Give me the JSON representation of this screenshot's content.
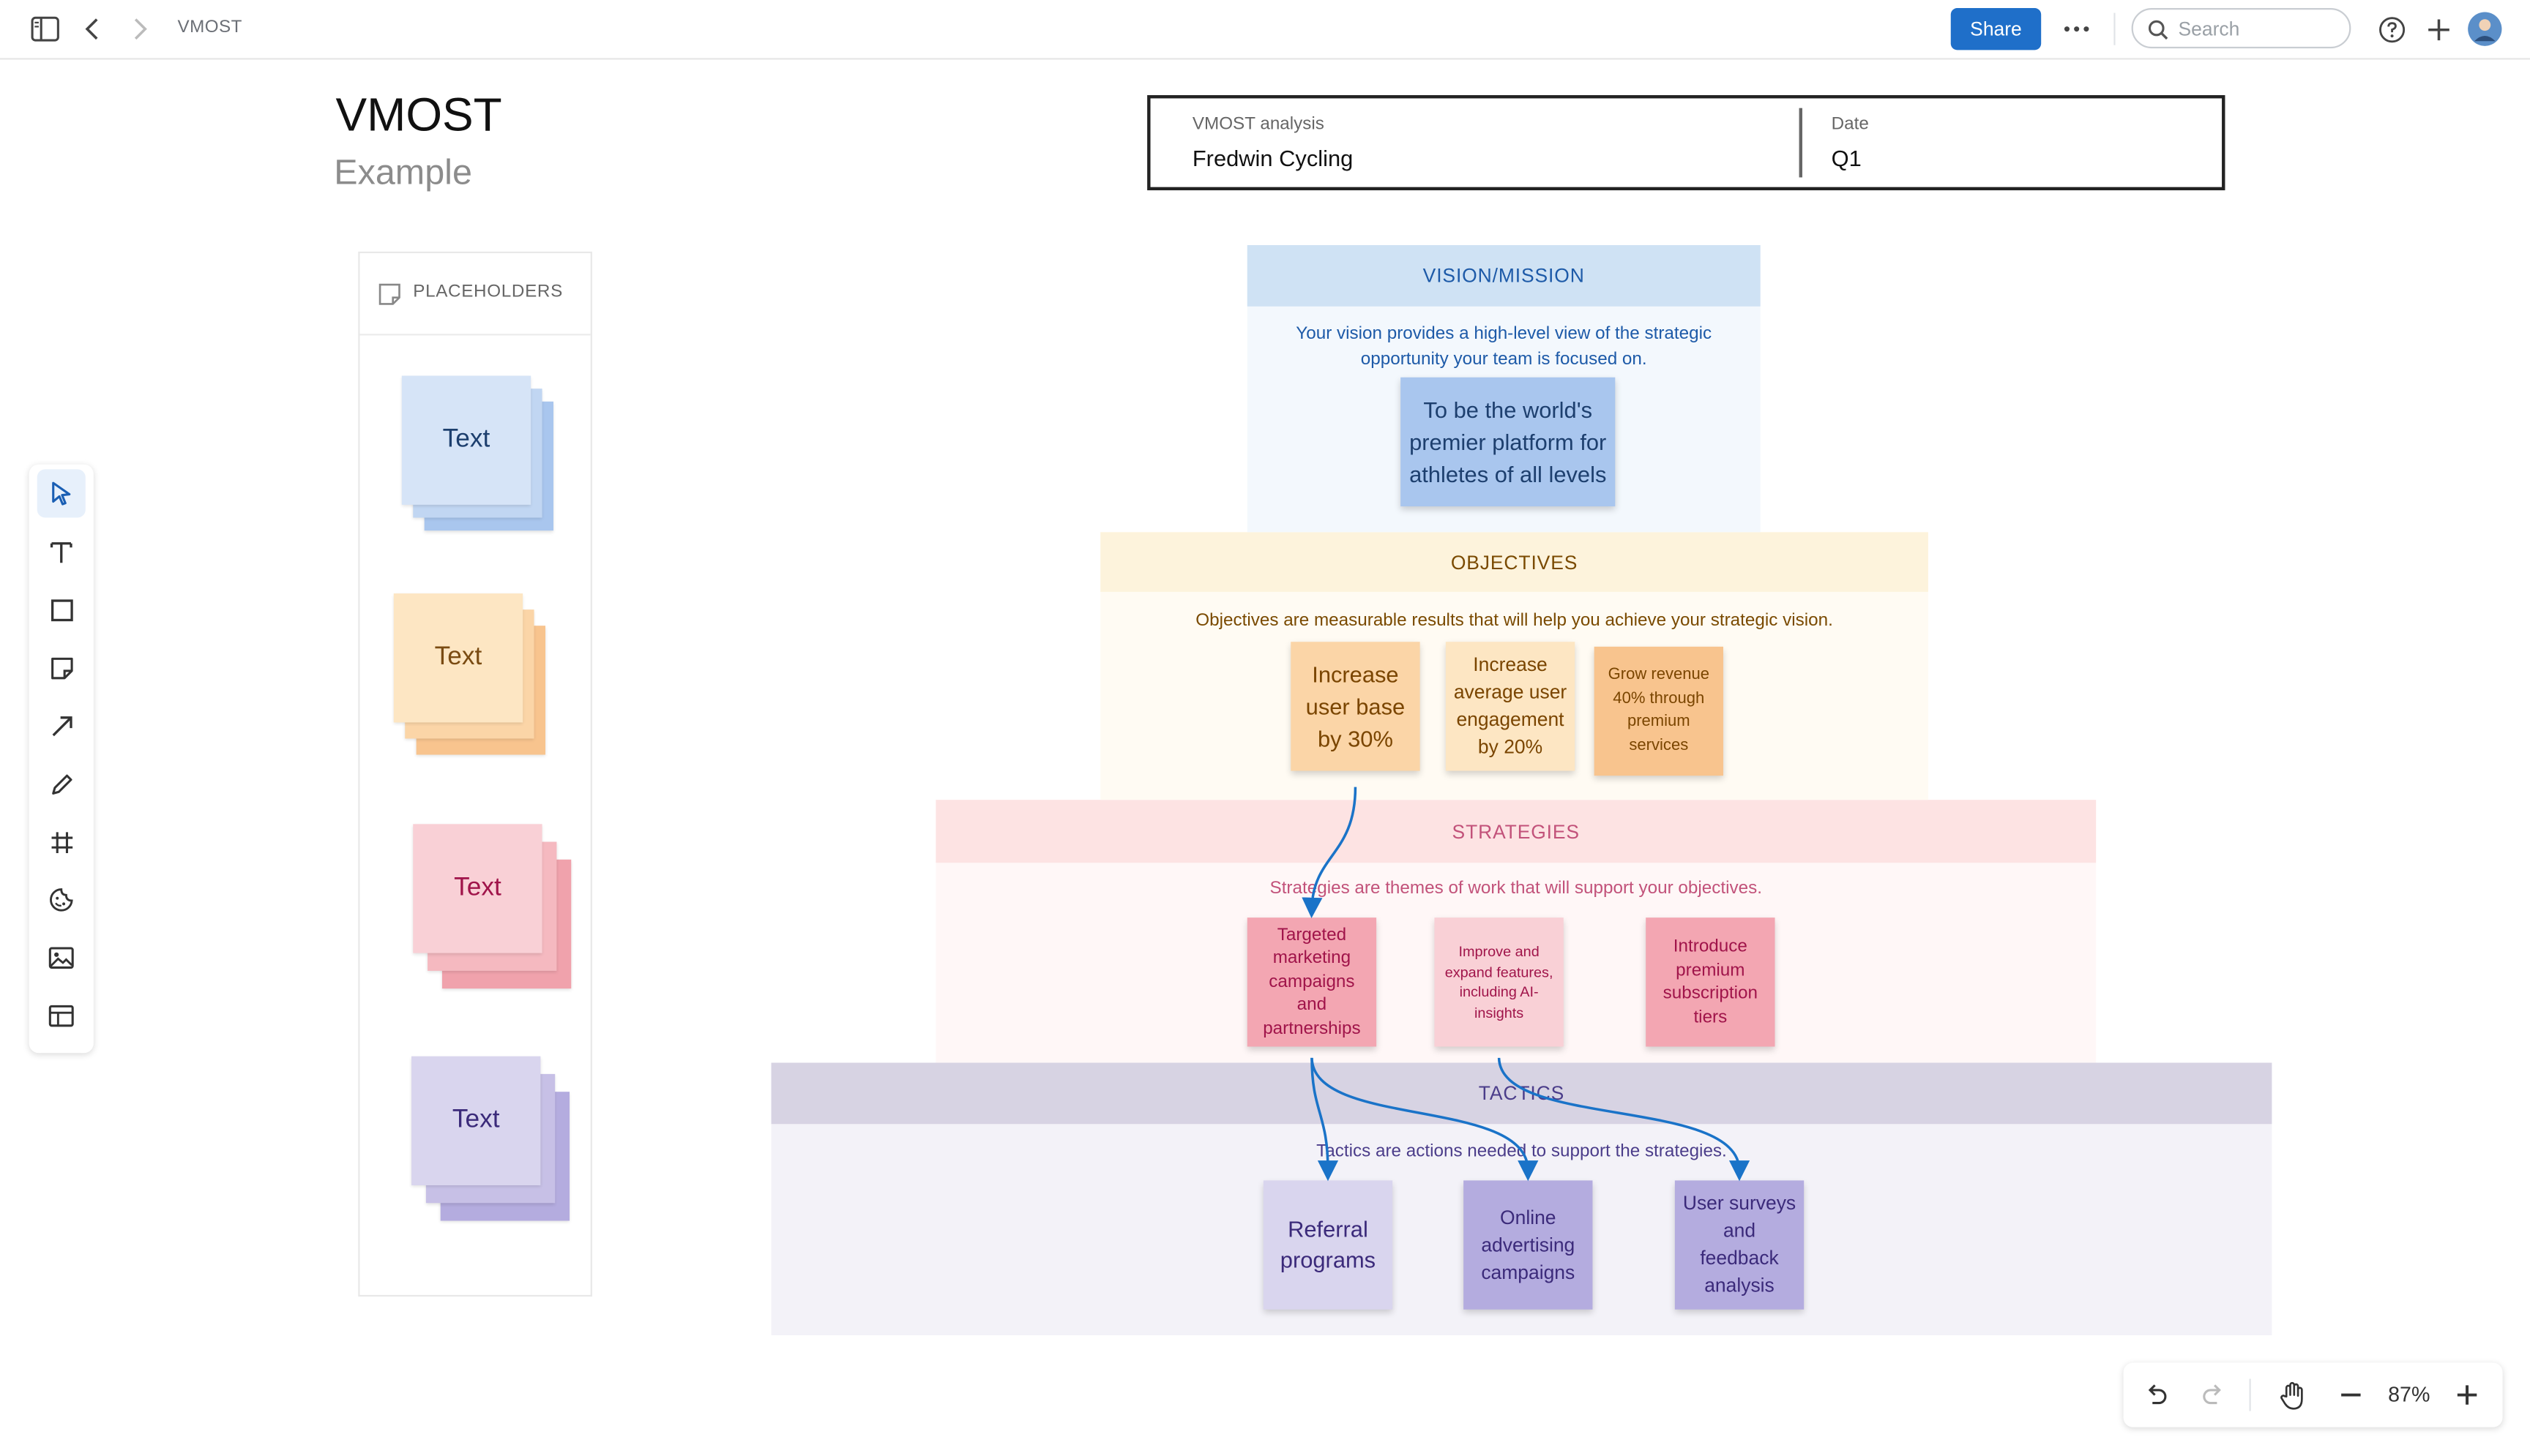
{
  "topbar": {
    "breadcrumb": "VMOST",
    "share_label": "Share",
    "search_placeholder": "Search"
  },
  "canvas": {
    "title": "VMOST",
    "subtitle": "Example",
    "header": {
      "analysis_label": "VMOST analysis",
      "analysis_value": "Fredwin Cycling",
      "date_label": "Date",
      "date_value": "Q1"
    },
    "placeholders": {
      "label": "PLACEHOLDERS",
      "items": [
        {
          "text": "Text",
          "color": "#d6e4f7",
          "back": "#a9c6ee",
          "ink": "#1d3f6e"
        },
        {
          "text": "Text",
          "color": "#fde6c3",
          "back": "#f8c48e",
          "ink": "#7a4b12"
        },
        {
          "text": "Text",
          "color": "#f9d0d6",
          "back": "#f0a2ac",
          "ink": "#a0144a"
        },
        {
          "text": "Text",
          "color": "#d9d5ee",
          "back": "#b4acdf",
          "ink": "#3b2a7a"
        }
      ]
    },
    "sections": {
      "vision": {
        "label": "VISION/MISSION",
        "description": "Your vision provides a high-level view of the strategic opportunity your team is focused on.",
        "notes": [
          "To be the world's premier platform for athletes of all levels"
        ],
        "band_color": "#cfe2f4",
        "body_color": "#f3f8fd",
        "ink": "#1d5aa8"
      },
      "objectives": {
        "label": "OBJECTIVES",
        "description": "Objectives are measurable results that will help you achieve your strategic vision.",
        "notes": [
          "Increase user base by 30%",
          "Increase average user engagement by 20%",
          "Grow revenue 40% through premium services"
        ],
        "band_color": "#fdf3dc",
        "body_color": "#fffbf3",
        "ink": "#7a4a00"
      },
      "strategies": {
        "label": "STRATEGIES",
        "description": "Strategies are themes of work that will support your objectives.",
        "notes": [
          "Targeted marketing campaigns and partnerships",
          "Improve and expand features, including AI-insights",
          "Introduce premium subscription tiers"
        ],
        "band_color": "#fde3e3",
        "body_color": "#fff7f7",
        "ink": "#c2527a"
      },
      "tactics": {
        "label": "TACTICS",
        "description": "Tactics are actions needed to support the strategies.",
        "notes": [
          "Referral programs",
          "Online advertising campaigns",
          "User surveys and feedback analysis"
        ],
        "band_color": "#d7d3e3",
        "body_color": "#f3f2f8",
        "ink": "#4b3d8a"
      }
    }
  },
  "tools": [
    "select-tool",
    "text-tool",
    "shape-tool",
    "sticky-note-tool",
    "connector-tool",
    "pen-tool",
    "frame-tool",
    "stamp-tool",
    "image-tool",
    "template-tool"
  ],
  "zoom": {
    "level": "87%"
  },
  "colors": {
    "accent": "#1f6fc9",
    "connector": "#1a73c8"
  }
}
